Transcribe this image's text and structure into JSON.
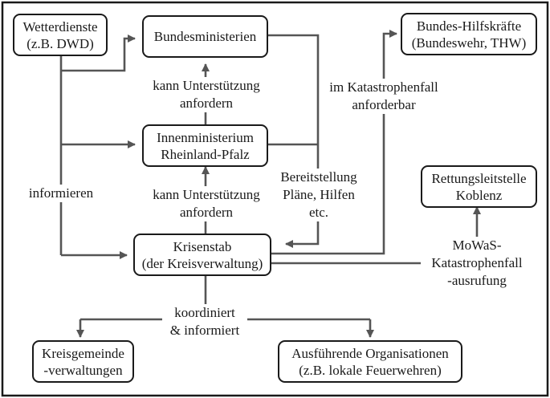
{
  "nodes": {
    "wetterdienste": [
      "Wetterdienste",
      "(z.B. DWD)"
    ],
    "bundesministerien": [
      "Bundesministerien"
    ],
    "bundes_hilfskraefte": [
      "Bundes-Hilfskräfte",
      "(Bundeswehr, THW)"
    ],
    "innenministerium": [
      "Innenministerium",
      "Rheinland-Pfalz"
    ],
    "rettungsleitstelle": [
      "Rettungsleitstelle",
      "Koblenz"
    ],
    "krisenstab": [
      "Krisenstab",
      "(der Kreisverwaltung)"
    ],
    "kreisgemeinde": [
      "Kreisgemeinde",
      "-verwaltungen"
    ],
    "ausfuehrende": [
      "Ausführende Organisationen",
      "(z.B. lokale Feuerwehren)"
    ]
  },
  "edge_labels": {
    "kann_unterstuetzung_1": [
      "kann Unterstützung",
      "anfordern"
    ],
    "kann_unterstuetzung_2": [
      "kann Unterstützung",
      "anfordern"
    ],
    "im_katastrophenfall": [
      "im Katastrophenfall",
      "anforderbar"
    ],
    "bereitstellung": [
      "Bereitstellung",
      "Pläne, Hilfen",
      "etc."
    ],
    "informieren": [
      "informieren"
    ],
    "mowas": [
      "MoWaS-",
      "Katastrophenfall",
      "-ausrufung"
    ],
    "koordiniert": [
      "koordiniert",
      "& informiert"
    ]
  }
}
